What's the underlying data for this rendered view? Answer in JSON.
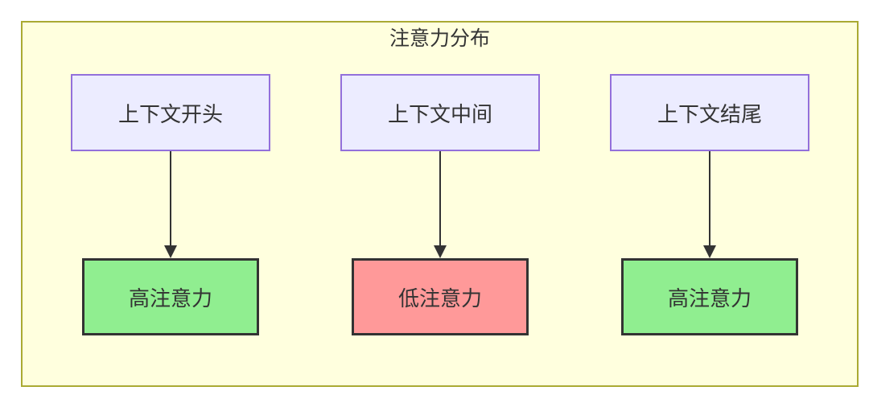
{
  "diagram": {
    "title": "注意力分布",
    "groups": [
      {
        "source": "上下文开头",
        "target": "高注意力",
        "target_level": "high"
      },
      {
        "source": "上下文中间",
        "target": "低注意力",
        "target_level": "low"
      },
      {
        "source": "上下文结尾",
        "target": "高注意力",
        "target_level": "high"
      }
    ],
    "colors": {
      "container_bg": "#ffffde",
      "container_border": "#aaaa33",
      "source_node_bg": "#ececff",
      "source_node_border": "#9370db",
      "high_attention_bg": "#90ee90",
      "low_attention_bg": "#ff9999",
      "target_node_border": "#333333",
      "edge": "#333333",
      "text": "#333333"
    }
  }
}
